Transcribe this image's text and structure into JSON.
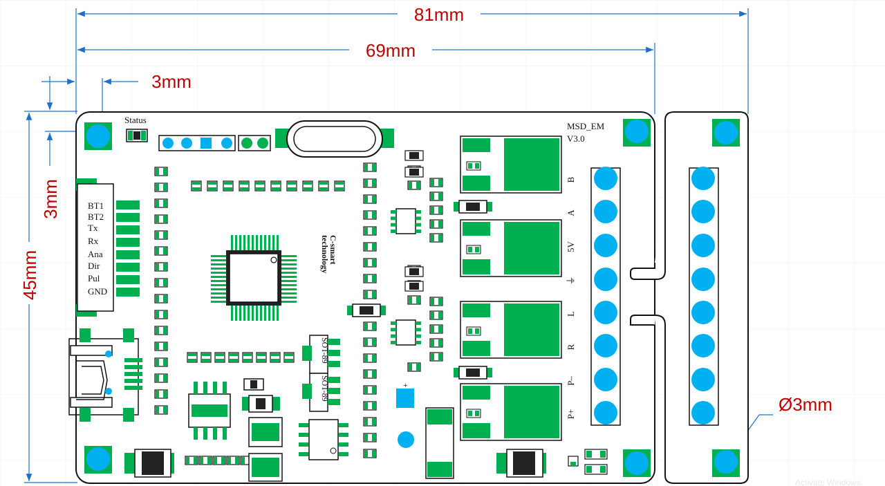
{
  "dimensions": {
    "overall_width": "81mm",
    "board_width": "69mm",
    "hole_offset_h": "3mm",
    "hole_offset_v": "3mm",
    "height": "45mm",
    "hole_diameter": "Ø3mm"
  },
  "board": {
    "status_label": "Status",
    "model": "MSD_EM",
    "version": "V3.0",
    "left_connector_labels": [
      "BT1",
      "BT2",
      "Tx",
      "Rx",
      "Ana",
      "Dir",
      "Pul",
      "GND"
    ],
    "terminal_labels": [
      "B",
      "A",
      "5V",
      "⏚",
      "L",
      "R",
      "P–",
      "P+"
    ],
    "ic_labels": [
      "SOT-89",
      "SOT-89"
    ],
    "logo": "C-smart technology",
    "polarity_mark": "+"
  },
  "colors": {
    "pad": "#00b050",
    "hole": "#00b0f0",
    "dimension": "#c00000",
    "outline": "#111111",
    "ic_body": "#222222"
  }
}
